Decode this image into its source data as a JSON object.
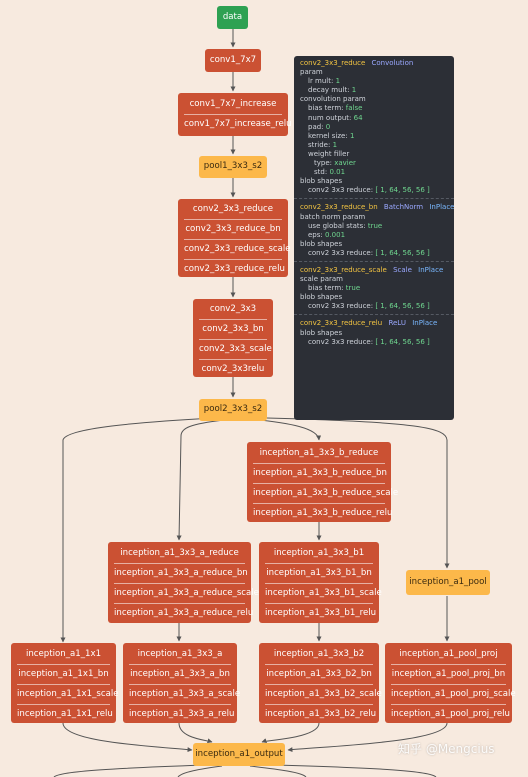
{
  "nodes": {
    "data": [
      "data"
    ],
    "conv1": [
      "conv1_7x7"
    ],
    "conv1_inc": [
      "conv1_7x7_increase",
      "conv1_7x7_increase_relu"
    ],
    "pool1": [
      "pool1_3x3_s2"
    ],
    "conv2_red": [
      "conv2_3x3_reduce",
      "conv2_3x3_reduce_bn",
      "conv2_3x3_reduce_scale",
      "conv2_3x3_reduce_relu"
    ],
    "conv2": [
      "conv2_3x3",
      "conv2_3x3_bn",
      "conv2_3x3_scale",
      "conv2_3x3relu"
    ],
    "pool2": [
      "pool2_3x3_s2"
    ],
    "b3_red": [
      "inception_a1_3x3_b_reduce",
      "inception_a1_3x3_b_reduce_bn",
      "inception_a1_3x3_b_reduce_scale",
      "inception_a1_3x3_b_reduce_relu"
    ],
    "a3_red": [
      "inception_a1_3x3_a_reduce",
      "inception_a1_3x3_a_reduce_bn",
      "inception_a1_3x3_a_reduce_scale",
      "inception_a1_3x3_a_reduce_relu"
    ],
    "b3_b1": [
      "inception_a1_3x3_b1",
      "inception_a1_3x3_b1_bn",
      "inception_a1_3x3_b1_scale",
      "inception_a1_3x3_b1_relu"
    ],
    "a1_pool": [
      "inception_a1_pool"
    ],
    "a1_1x1": [
      "inception_a1_1x1",
      "inception_a1_1x1_bn",
      "inception_a1_1x1_scale",
      "inception_a1_1x1_relu"
    ],
    "a3": [
      "inception_a1_3x3_a",
      "inception_a1_3x3_a_bn",
      "inception_a1_3x3_a_scale",
      "inception_a1_3x3_a_relu"
    ],
    "b3_b2": [
      "inception_a1_3x3_b2",
      "inception_a1_3x3_b2_bn",
      "inception_a1_3x3_b2_scale",
      "inception_a1_3x3_b2_relu"
    ],
    "pool_proj": [
      "inception_a1_pool_proj",
      "inception_a1_pool_proj_bn",
      "inception_a1_pool_proj_scale",
      "inception_a1_pool_proj_relu"
    ],
    "output": [
      "inception_a1_output"
    ]
  },
  "tooltip": {
    "conv": {
      "name": "conv2_3x3_reduce",
      "type": "Convolution",
      "param_label": "param",
      "lr_mult_label": "lr mult:",
      "lr_mult": "1",
      "decay_mult_label": "decay mult:",
      "decay_mult": "1",
      "conv_param_label": "convolution param",
      "bias_term_label": "bias term:",
      "bias_term": "false",
      "num_output_label": "num output:",
      "num_output": "64",
      "pad_label": "pad:",
      "pad": "0",
      "kernel_size_label": "kernel size:",
      "kernel_size": "1",
      "stride_label": "stride:",
      "stride": "1",
      "weight_filler_label": "weight filler",
      "type_label": "type:",
      "filler_type": "xavier",
      "std_label": "std:",
      "std": "0.01",
      "blob_shapes_label": "blob shapes",
      "blob_label": "conv2 3x3 reduce:",
      "blob_shape": "[ 1, 64, 56, 56 ]"
    },
    "bn": {
      "name": "conv2_3x3_reduce_bn",
      "type": "BatchNorm",
      "inplace": "InPlace",
      "param_label": "batch norm param",
      "global_stats_label": "use global stats:",
      "global_stats": "true",
      "eps_label": "eps:",
      "eps": "0.001",
      "blob_shapes_label": "blob shapes",
      "blob_label": "conv2 3x3 reduce:",
      "blob_shape": "[ 1, 64, 56, 56 ]"
    },
    "scale": {
      "name": "conv2_3x3_reduce_scale",
      "type": "Scale",
      "inplace": "InPlace",
      "param_label": "scale param",
      "bias_term_label": "bias term:",
      "bias_term": "true",
      "blob_shapes_label": "blob shapes",
      "blob_label": "conv2 3x3 reduce:",
      "blob_shape": "[ 1, 64, 56, 56 ]"
    },
    "relu": {
      "name": "conv2_3x3_reduce_relu",
      "type": "ReLU",
      "inplace": "InPlace",
      "blob_shapes_label": "blob shapes",
      "blob_label": "conv2 3x3 reduce:",
      "blob_shape": "[ 1, 64, 56, 56 ]"
    }
  },
  "watermark": "知乎 @Mengcius",
  "colors": {
    "background": "#f7eadf",
    "layer": "#cb5133",
    "data": "#2ea152",
    "pool": "#fcb84a",
    "tooltip_bg": "#2c2f36",
    "edge": "#555555"
  }
}
